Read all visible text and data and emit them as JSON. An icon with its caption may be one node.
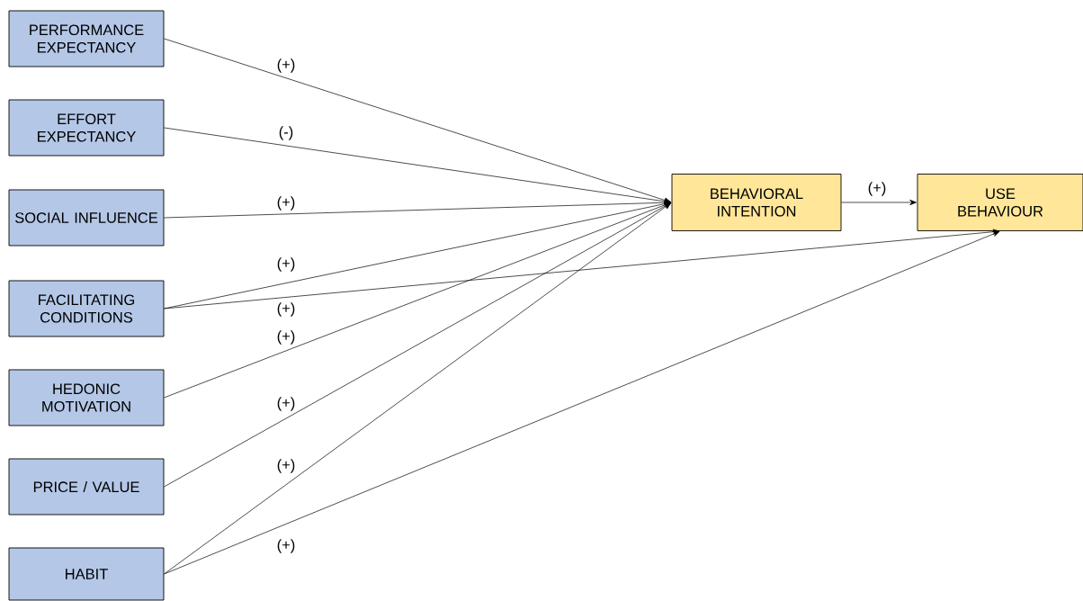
{
  "diagram": {
    "nodes": [
      {
        "text": [
          "PERFORMANCE EXPECTANCY"
        ]
      },
      {
        "text": [
          "EFFORT EXPECTANCY"
        ]
      },
      {
        "text": [
          "SOCIAL INFLUENCE"
        ]
      },
      {
        "text": [
          "FACILITATING CONDITIONS"
        ]
      },
      {
        "text": [
          "HEDONIC MOTIVATION"
        ]
      },
      {
        "text": [
          "PRICE / VALUE"
        ]
      },
      {
        "text": [
          "HABIT"
        ]
      },
      {
        "text": [
          "BEHAVIORAL INTENTION"
        ]
      },
      {
        "text": [
          "USE BEHAVIOUR"
        ]
      }
    ],
    "edges": [
      {
        "from": 0,
        "to": 7,
        "arrow": "to",
        "label": "(+)"
      },
      {
        "from": 1,
        "to": 7,
        "arrow": "to",
        "label": "(-)"
      },
      {
        "from": 2,
        "to": 7,
        "arrow": "to",
        "label": "(+)"
      },
      {
        "from": 3,
        "to": 7,
        "arrow": "to",
        "label": "(+)"
      },
      {
        "from": 3,
        "to": 8,
        "arrow": "to",
        "label": "(+)"
      },
      {
        "from": 4,
        "to": 7,
        "arrow": "to",
        "label": "(+)"
      },
      {
        "from": 5,
        "to": 7,
        "arrow": "to",
        "label": "(+)"
      },
      {
        "from": 6,
        "to": 7,
        "arrow": "to",
        "label": "(+)"
      },
      {
        "from": 6,
        "to": 8,
        "arrow": "to",
        "label": "(+)"
      },
      {
        "from": 7,
        "to": 8,
        "arrow": "to",
        "label": "(+)"
      }
    ]
  }
}
